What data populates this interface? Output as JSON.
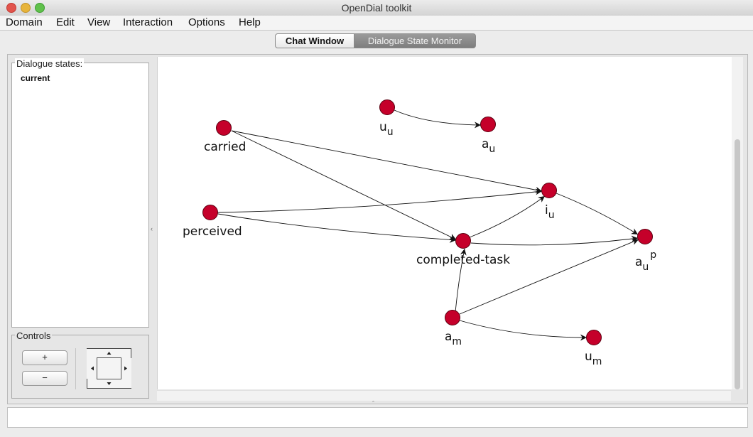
{
  "window": {
    "title": "OpenDial toolkit"
  },
  "menu": [
    "Domain",
    "Edit",
    "View",
    "Interaction",
    "Options",
    "Help"
  ],
  "tabs": {
    "chat": "Chat Window",
    "monitor": "Dialogue State Monitor"
  },
  "states": {
    "title": "Dialogue states:",
    "items": [
      "current"
    ]
  },
  "controls": {
    "title": "Controls",
    "zoom_in": "+",
    "zoom_out": "−"
  },
  "graph": {
    "node_color": "#c5002a",
    "nodes": {
      "carried": "carried",
      "perceived": "perceived",
      "completed_task": "completed-task",
      "u_u": {
        "base": "u",
        "sub": "u"
      },
      "a_u": {
        "base": "a",
        "sub": "u"
      },
      "i_u": {
        "base": "i",
        "sub": "u"
      },
      "a_u_p": {
        "base": "a",
        "sub": "u",
        "sup": "p"
      },
      "a_m": {
        "base": "a",
        "sub": "m"
      },
      "u_m": {
        "base": "u",
        "sub": "m"
      }
    }
  }
}
